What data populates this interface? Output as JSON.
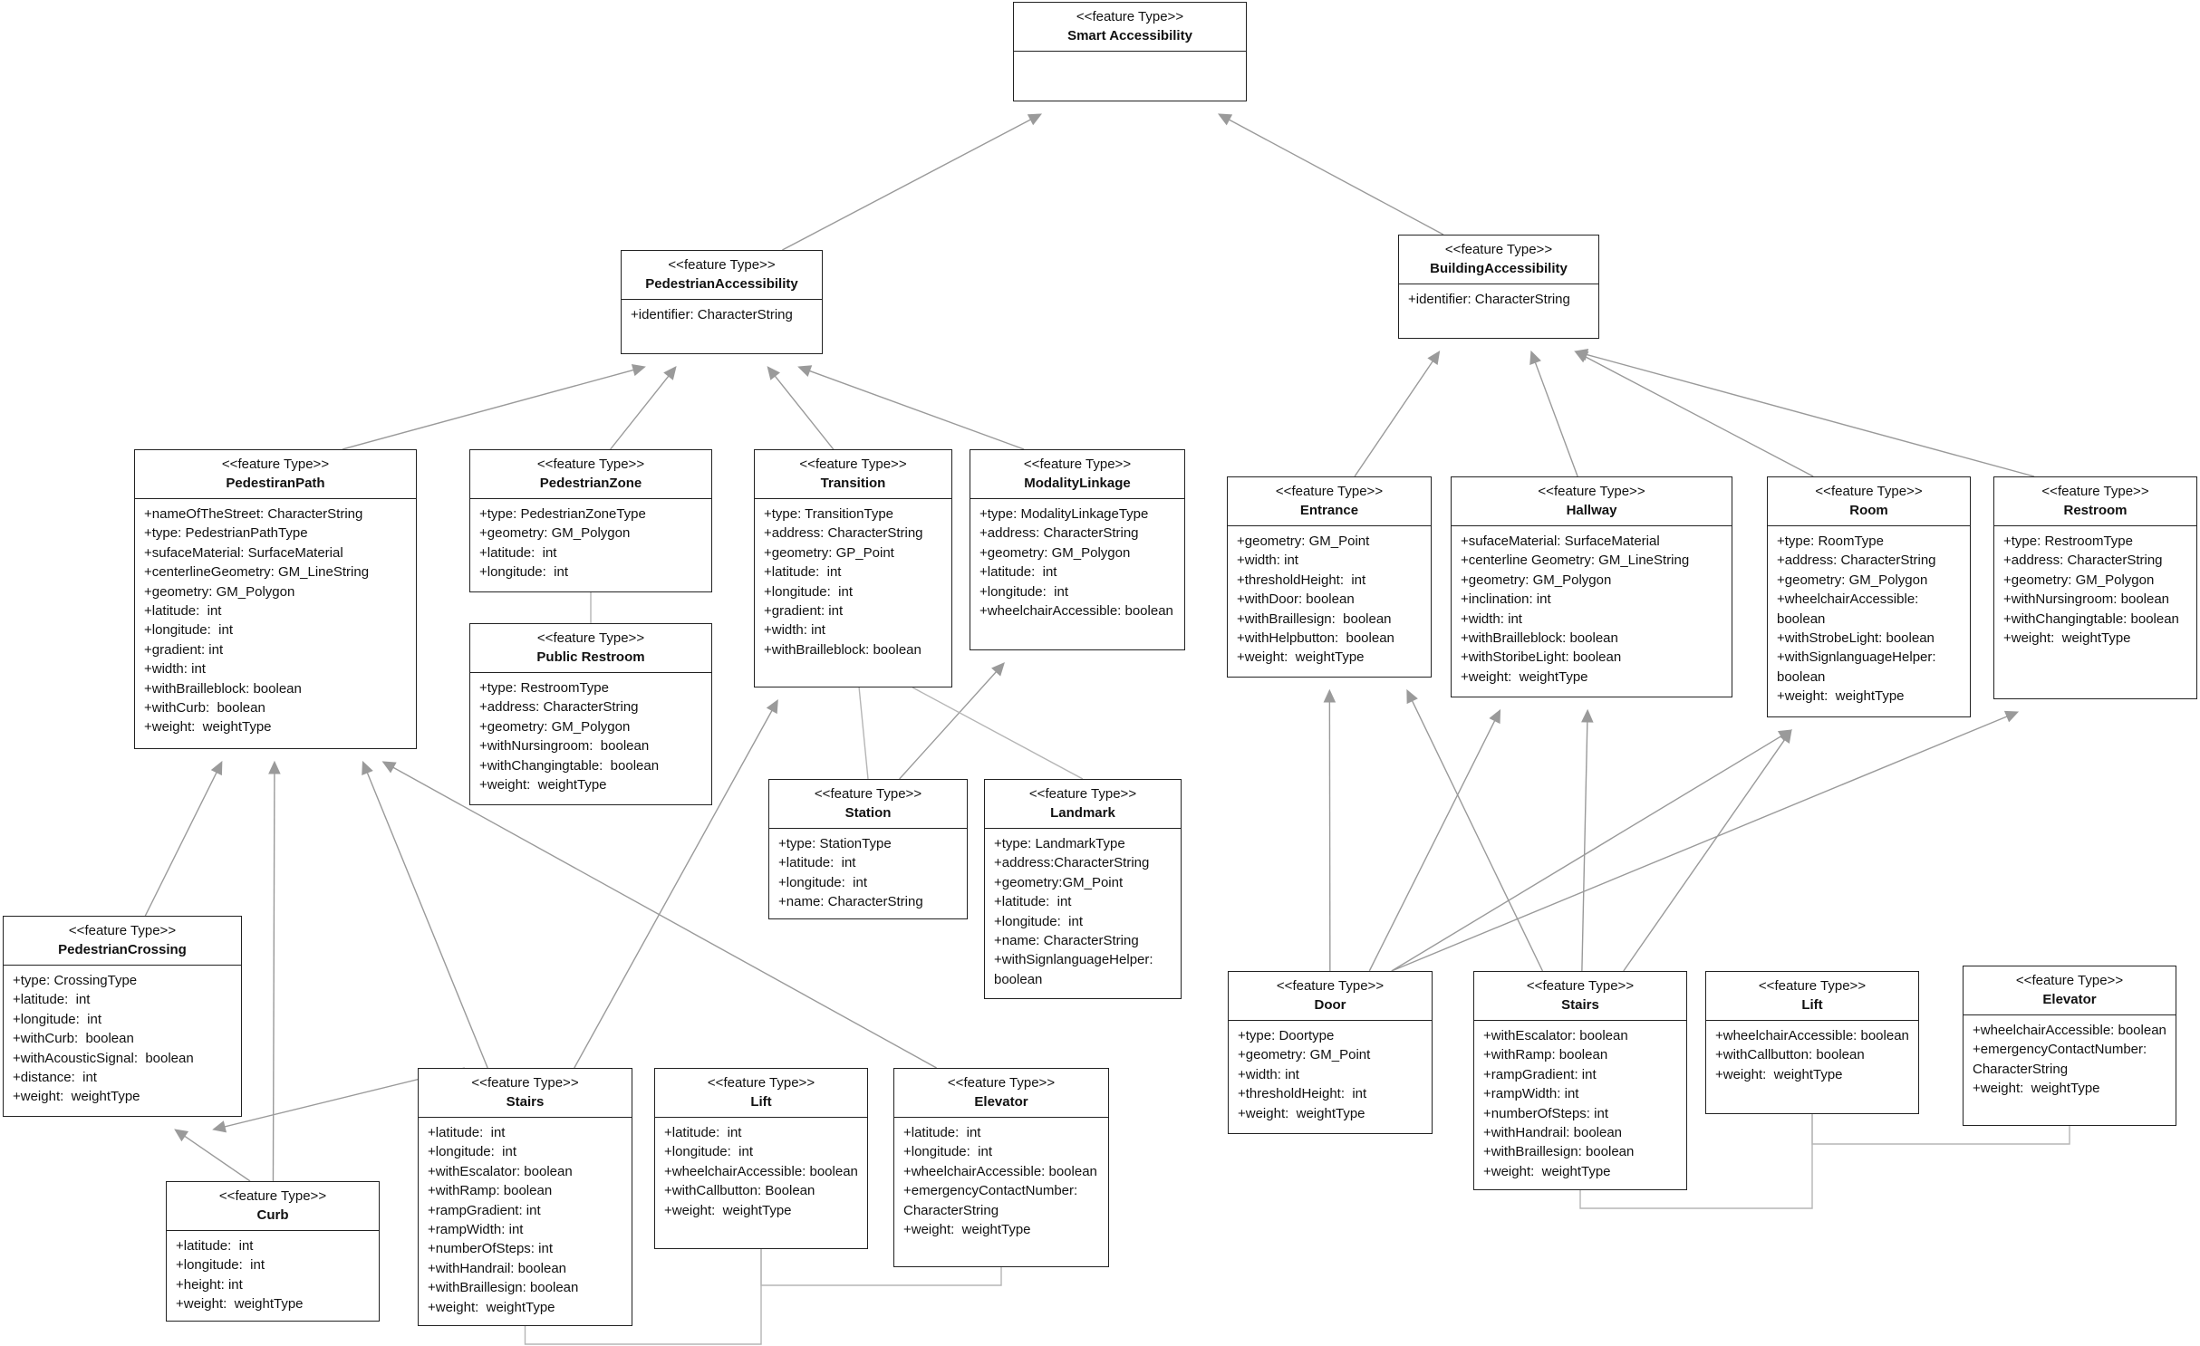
{
  "classes": [
    {
      "id": "smart",
      "stereotype": "<<feature Type>>",
      "name": "Smart Accessibility",
      "attributes": []
    },
    {
      "id": "ped",
      "stereotype": "<<feature Type>>",
      "name": "PedestrianAccessibility",
      "attributes": [
        "+identifier: CharacterString"
      ]
    },
    {
      "id": "bld",
      "stereotype": "<<feature Type>>",
      "name": "BuildingAccessibility",
      "attributes": [
        "+identifier: CharacterString"
      ]
    },
    {
      "id": "path",
      "stereotype": "<<feature Type>>",
      "name": "PedestiranPath",
      "attributes": [
        "+nameOfTheStreet: CharacterString",
        "+type: PedestrianPathType",
        "+sufaceMaterial: SurfaceMaterial",
        "+centerlineGeometry: GM_LineString",
        "+geometry: GM_Polygon",
        "+latitude:  int",
        "+longitude:  int",
        "+gradient: int",
        "+width: int",
        "+withBrailleblock: boolean",
        "+withCurb:  boolean",
        "+weight:  weightType"
      ]
    },
    {
      "id": "zone",
      "stereotype": "<<feature Type>>",
      "name": "PedestrianZone",
      "attributes": [
        "+type: PedestrianZoneType",
        "+geometry: GM_Polygon",
        "+latitude:  int",
        "+longitude:  int"
      ]
    },
    {
      "id": "prest",
      "stereotype": "<<feature Type>>",
      "name": "Public Restroom",
      "attributes": [
        "+type: RestroomType",
        "+address: CharacterString",
        "+geometry: GM_Polygon",
        "+withNursingroom:  boolean",
        "+withChangingtable:  boolean",
        "+weight:  weightType"
      ]
    },
    {
      "id": "trans",
      "stereotype": "<<feature Type>>",
      "name": "Transition",
      "attributes": [
        "+type: TransitionType",
        "+address: CharacterString",
        "+geometry: GP_Point",
        "+latitude:  int",
        "+longitude:  int",
        "+gradient: int",
        "+width: int",
        "+withBrailleblock: boolean"
      ]
    },
    {
      "id": "modal",
      "stereotype": "<<feature Type>>",
      "name": "ModalityLinkage",
      "attributes": [
        "+type: ModalityLinkageType",
        "+address: CharacterString",
        "+geometry: GM_Polygon",
        "+latitude:  int",
        "+longitude:  int",
        "+wheelchairAccessible: boolean"
      ]
    },
    {
      "id": "station",
      "stereotype": "<<feature Type>>",
      "name": "Station",
      "attributes": [
        "+type: StationType",
        "+latitude:  int",
        "+longitude:  int",
        "+name: CharacterString"
      ]
    },
    {
      "id": "landmark",
      "stereotype": "<<feature Type>>",
      "name": "Landmark",
      "attributes": [
        "+type: LandmarkType",
        "+address:CharacterString",
        "+geometry:GM_Point",
        "+latitude:  int",
        "+longitude:  int",
        "+name: CharacterString",
        "+withSignlanguageHelper: boolean"
      ]
    },
    {
      "id": "cross",
      "stereotype": "<<feature Type>>",
      "name": "PedestrianCrossing",
      "attributes": [
        "+type: CrossingType",
        "+latitude:  int",
        "+longitude:  int",
        "+withCurb:  boolean",
        "+withAcousticSignal:  boolean",
        "+distance:  int",
        "+weight:  weightType"
      ]
    },
    {
      "id": "curb",
      "stereotype": "<<feature Type>>",
      "name": "Curb",
      "attributes": [
        "+latitude:  int",
        "+longitude:  int",
        "+height: int",
        "+weight:  weightType"
      ]
    },
    {
      "id": "stairs1",
      "stereotype": "<<feature Type>>",
      "name": "Stairs",
      "attributes": [
        "+latitude:  int",
        "+longitude:  int",
        "+withEscalator: boolean",
        "+withRamp: boolean",
        "+rampGradient: int",
        "+rampWidth: int",
        "+numberOfSteps: int",
        "+withHandrail: boolean",
        "+withBraillesign: boolean",
        "+weight:  weightType"
      ]
    },
    {
      "id": "lift1",
      "stereotype": "<<feature Type>>",
      "name": "Lift",
      "attributes": [
        "+latitude:  int",
        "+longitude:  int",
        "+wheelchairAccessible: boolean",
        "+withCallbutton: Boolean",
        "+weight:  weightType"
      ]
    },
    {
      "id": "elev1",
      "stereotype": "<<feature Type>>",
      "name": "Elevator",
      "attributes": [
        "+latitude:  int",
        "+longitude:  int",
        "+wheelchairAccessible: boolean",
        "+emergencyContactNumber: CharacterString",
        "+weight:  weightType"
      ]
    },
    {
      "id": "entrance",
      "stereotype": "<<feature Type>>",
      "name": "Entrance",
      "attributes": [
        "+geometry: GM_Point",
        "+width: int",
        "+thresholdHeight:  int",
        "+withDoor: boolean",
        "+withBraillesign:  boolean",
        "+withHelpbutton:  boolean",
        "+weight:  weightType"
      ]
    },
    {
      "id": "hallway",
      "stereotype": "<<feature Type>>",
      "name": "Hallway",
      "attributes": [
        "+sufaceMaterial: SurfaceMaterial",
        "+centerline Geometry: GM_LineString",
        "+geometry: GM_Polygon",
        "+inclination: int",
        "+width: int",
        "+withBrailleblock: boolean",
        "+withStoribeLight: boolean",
        "+weight:  weightType"
      ]
    },
    {
      "id": "room",
      "stereotype": "<<feature Type>>",
      "name": "Room",
      "attributes": [
        "+type: RoomType",
        "+address: CharacterString",
        "+geometry: GM_Polygon",
        "+wheelchairAccessible: boolean",
        "+withStrobeLight: boolean",
        "+withSignlanguageHelper: boolean",
        "+weight:  weightType"
      ]
    },
    {
      "id": "restroom",
      "stereotype": "<<feature Type>>",
      "name": "Restroom",
      "attributes": [
        "+type: RestroomType",
        "+address: CharacterString",
        "+geometry: GM_Polygon",
        "+withNursingroom: boolean",
        "+withChangingtable: boolean",
        "+weight:  weightType"
      ]
    },
    {
      "id": "door",
      "stereotype": "<<feature Type>>",
      "name": "Door",
      "attributes": [
        "+type: Doortype",
        "+geometry: GM_Point",
        "+width: int",
        "+thresholdHeight:  int",
        "+weight:  weightType"
      ]
    },
    {
      "id": "stairs2",
      "stereotype": "<<feature Type>>",
      "name": "Stairs",
      "attributes": [
        "+withEscalator: boolean",
        "+withRamp: boolean",
        "+rampGradient: int",
        "+rampWidth: int",
        "+numberOfSteps: int",
        "+withHandrail: boolean",
        "+withBraillesign: boolean",
        "+weight:  weightType"
      ]
    },
    {
      "id": "lift2",
      "stereotype": "<<feature Type>>",
      "name": "Lift",
      "attributes": [
        "+wheelchairAccessible: boolean",
        "+withCallbutton: boolean",
        "+weight:  weightType"
      ]
    },
    {
      "id": "elev2",
      "stereotype": "<<feature Type>>",
      "name": "Elevator",
      "attributes": [
        "+wheelchairAccessible: boolean",
        "+emergencyContactNumber: CharacterString",
        "+weight:  weightType"
      ]
    }
  ],
  "generalizations": [
    {
      "from": "ped",
      "to": "smart"
    },
    {
      "from": "bld",
      "to": "smart"
    },
    {
      "from": "path",
      "to": "ped"
    },
    {
      "from": "zone",
      "to": "ped"
    },
    {
      "from": "trans",
      "to": "ped"
    },
    {
      "from": "modal",
      "to": "ped"
    },
    {
      "from": "entrance",
      "to": "bld"
    },
    {
      "from": "hallway",
      "to": "bld"
    },
    {
      "from": "room",
      "to": "bld"
    },
    {
      "from": "restroom",
      "to": "bld"
    },
    {
      "from": "cross",
      "to": "path"
    },
    {
      "from": "curb",
      "to": "path"
    },
    {
      "from": "stairs1",
      "to": "path"
    },
    {
      "from": "elev1",
      "to": "path"
    },
    {
      "from": "curb",
      "to": "cross"
    },
    {
      "from": "stairs1",
      "to": "cross"
    },
    {
      "from": "stairs1",
      "to": "trans"
    },
    {
      "from": "station",
      "to": "modal"
    },
    {
      "from": "door",
      "to": "entrance"
    },
    {
      "from": "door",
      "to": "hallway"
    },
    {
      "from": "door",
      "to": "room"
    },
    {
      "from": "door",
      "to": "restroom"
    },
    {
      "from": "stairs2",
      "to": "entrance"
    },
    {
      "from": "stairs2",
      "to": "hallway"
    },
    {
      "from": "stairs2",
      "to": "room"
    }
  ],
  "associations": [
    {
      "from": "zone",
      "to": "prest"
    },
    {
      "from": "trans",
      "to": "station"
    },
    {
      "from": "trans",
      "to": "landmark"
    },
    {
      "from": "stairs1",
      "to": "lift1",
      "via": "bottom"
    },
    {
      "from": "lift1",
      "to": "elev1",
      "via": "bottom"
    },
    {
      "from": "stairs2",
      "to": "lift2",
      "via": "bottom"
    },
    {
      "from": "lift2",
      "to": "elev2",
      "via": "bottom"
    }
  ]
}
